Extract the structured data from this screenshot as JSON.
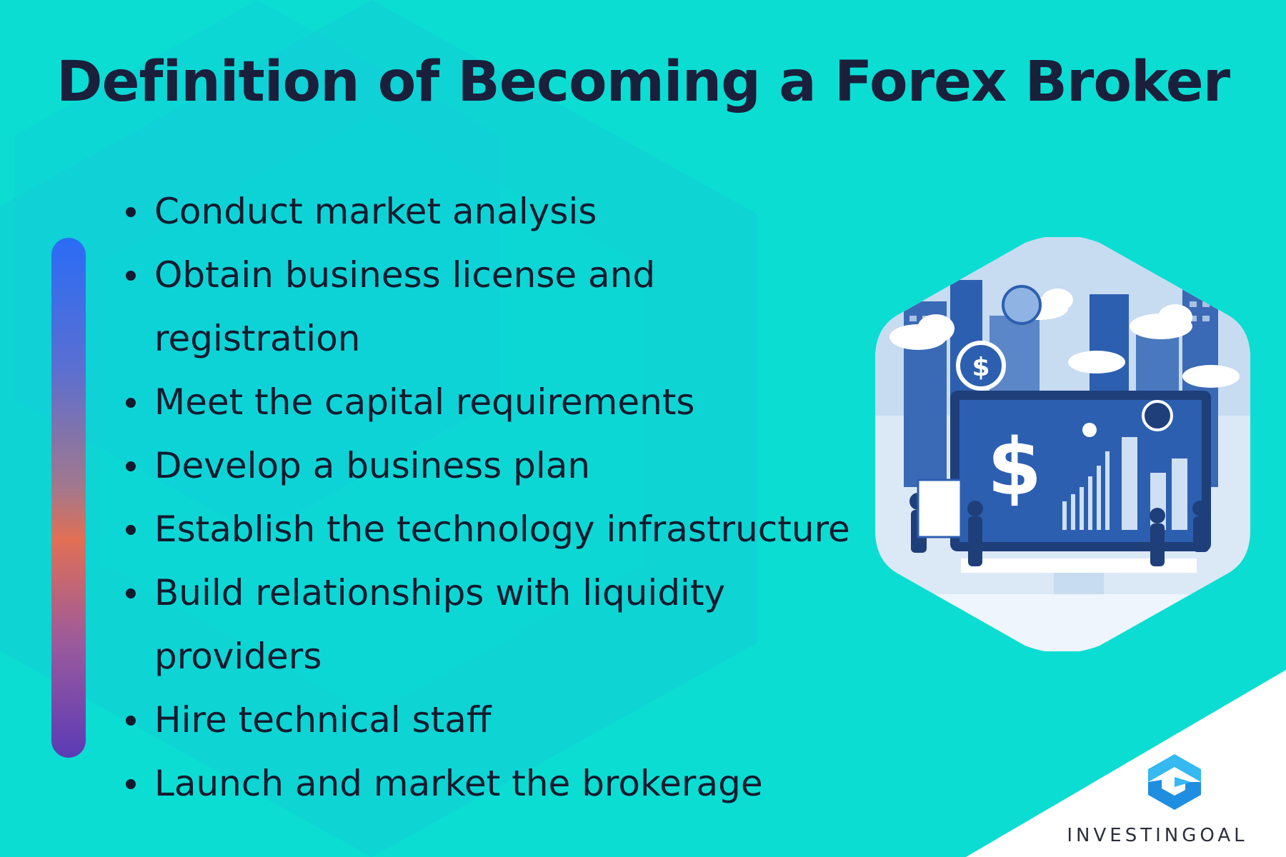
{
  "title": "Definition of Becoming a Forex Broker",
  "steps": [
    "Conduct market analysis",
    "Obtain business license and registration",
    "Meet the capital requirements",
    "Develop a business plan",
    "Establish the technology infrastructure",
    "Build relationships with liquidity providers",
    "Hire technical staff",
    "Launch and market the brokerage"
  ],
  "step_lines": [
    [
      "Conduct market analysis"
    ],
    [
      "Obtain business license and",
      "registration"
    ],
    [
      "Meet the capital requirements"
    ],
    [
      "Develop a business plan"
    ],
    [
      "Establish the technology infrastructure"
    ],
    [
      "Build relationships with liquidity",
      "providers"
    ],
    [
      "Hire technical staff"
    ],
    [
      "Launch and market the brokerage"
    ]
  ],
  "brand": {
    "name": "INVESTINGOAL",
    "logo_icon": "investingoal-logo-icon"
  },
  "colors": {
    "background": "#0bddd3",
    "title": "#1a1f3b",
    "text": "#141a2e",
    "bar_top": "#2a6cf6",
    "bar_middle": "#e16f55",
    "bar_bottom": "#5a3bb6",
    "illustration_blue": "#2d5fb0",
    "corner": "#ffffff"
  },
  "illustration": {
    "subject": "forex-trading-city-illustration",
    "icons": [
      "dollar-icon",
      "chart-icon",
      "cloud-icon",
      "globe-icon"
    ]
  }
}
